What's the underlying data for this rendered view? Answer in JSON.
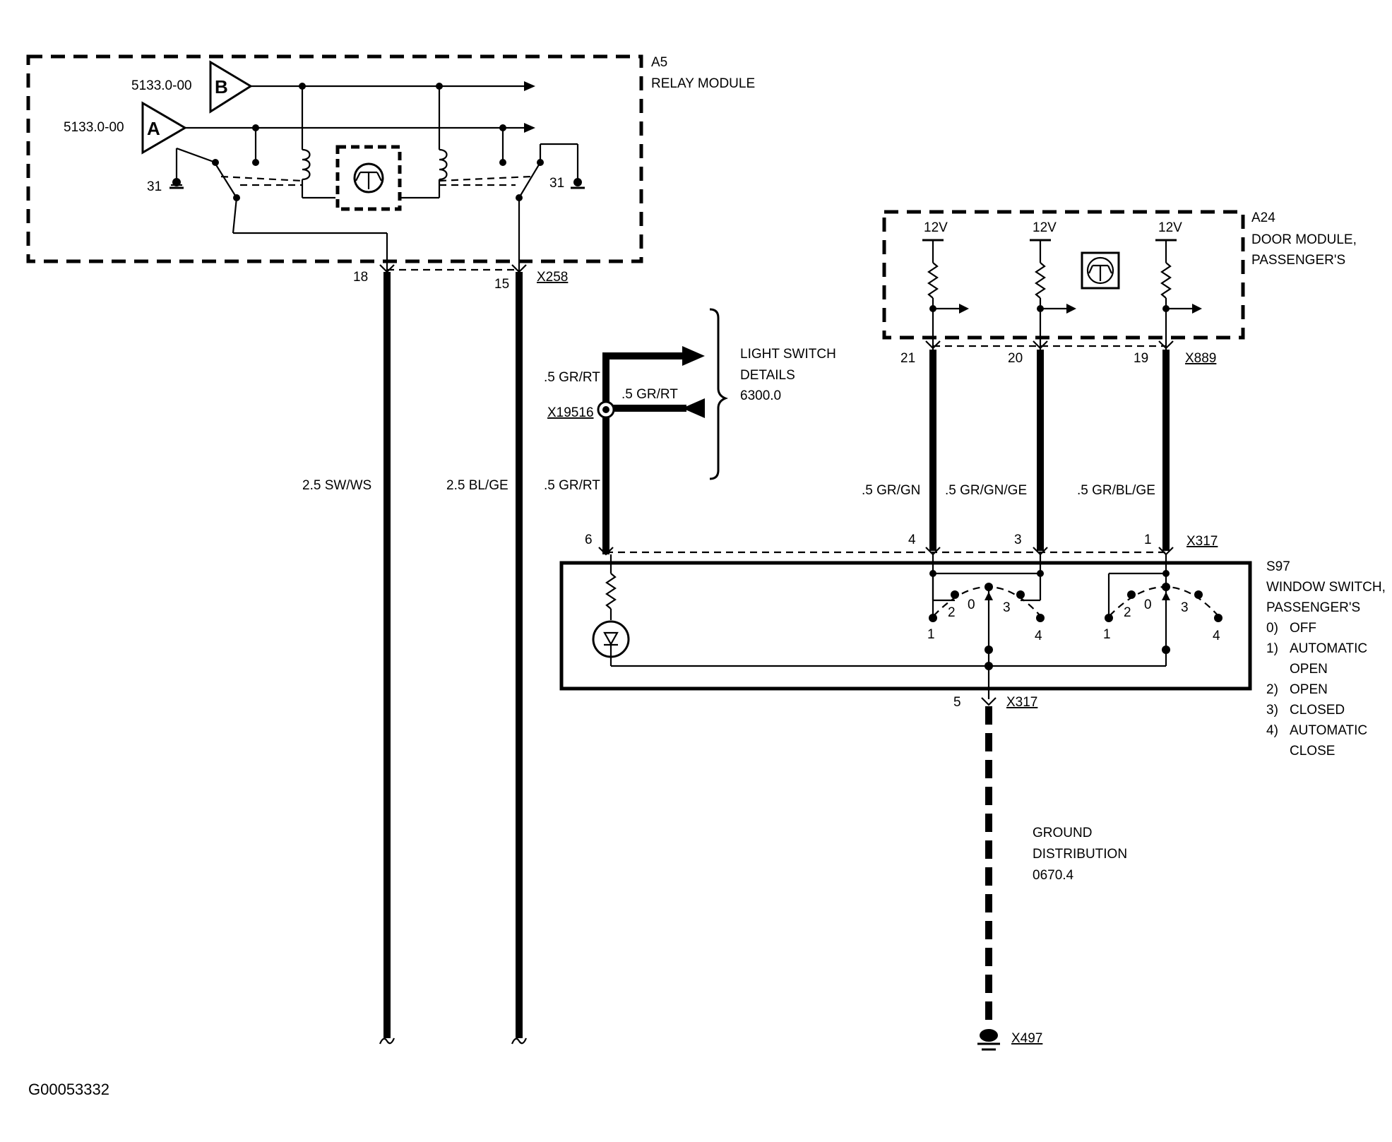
{
  "modules": {
    "relay": {
      "id": "A5",
      "name": "RELAY MODULE"
    },
    "door": {
      "id": "A24",
      "name_line1": "DOOR MODULE,",
      "name_line2": "PASSENGER'S"
    },
    "switch": {
      "id": "S97",
      "name_line1": "WINDOW SWITCH,",
      "name_line2": "PASSENGER'S"
    }
  },
  "relay_inputs": {
    "b": {
      "letter": "B",
      "ref": "5133.0-00"
    },
    "a": {
      "letter": "A",
      "ref": "5133.0-00"
    },
    "ground_left": "31",
    "ground_right": "31"
  },
  "supply": {
    "left": "12V",
    "mid": "12V",
    "right": "12V"
  },
  "connectors": {
    "x258": {
      "name": "X258",
      "pin_left": "18",
      "pin_right": "15"
    },
    "x889": {
      "name": "X889",
      "pin_left": "21",
      "pin_mid": "20",
      "pin_right": "19"
    },
    "x317_top": {
      "name": "X317",
      "pin_6": "6",
      "pin_4": "4",
      "pin_3": "3",
      "pin_1": "1"
    },
    "x317_bottom": {
      "name": "X317",
      "pin": "5"
    },
    "x19516": "X19516",
    "x497": "X497"
  },
  "wires": {
    "sw_ws": "2.5 SW/WS",
    "bl_ge": "2.5 BL/GE",
    "gr_rt_top": ".5 GR/RT",
    "gr_rt_branch": ".5 GR/RT",
    "gr_rt_low": ".5 GR/RT",
    "gr_gn": ".5 GR/GN",
    "gr_gn_ge": ".5 GR/GN/GE",
    "gr_bl_ge": ".5 GR/BL/GE"
  },
  "references": {
    "light_switch": {
      "line1": "LIGHT SWITCH",
      "line2": "DETAILS",
      "line3": "6300.0"
    },
    "ground": {
      "line1": "GROUND",
      "line2": "DISTRIBUTION",
      "line3": "0670.4"
    }
  },
  "switch_positions": {
    "left_group": {
      "p1": "1",
      "p2": "2",
      "p0": "0",
      "p3": "3",
      "p4": "4"
    },
    "right_group": {
      "p1": "1",
      "p2": "2",
      "p0": "0",
      "p3": "3",
      "p4": "4"
    }
  },
  "legend": [
    {
      "num": "0)",
      "text": "OFF"
    },
    {
      "num": "1)",
      "text": "AUTOMATIC"
    },
    {
      "num": "",
      "text": "OPEN"
    },
    {
      "num": "2)",
      "text": "OPEN"
    },
    {
      "num": "3)",
      "text": "CLOSED"
    },
    {
      "num": "4)",
      "text": "AUTOMATIC"
    },
    {
      "num": "",
      "text": "CLOSE"
    }
  ],
  "figure_id": "G00053332"
}
